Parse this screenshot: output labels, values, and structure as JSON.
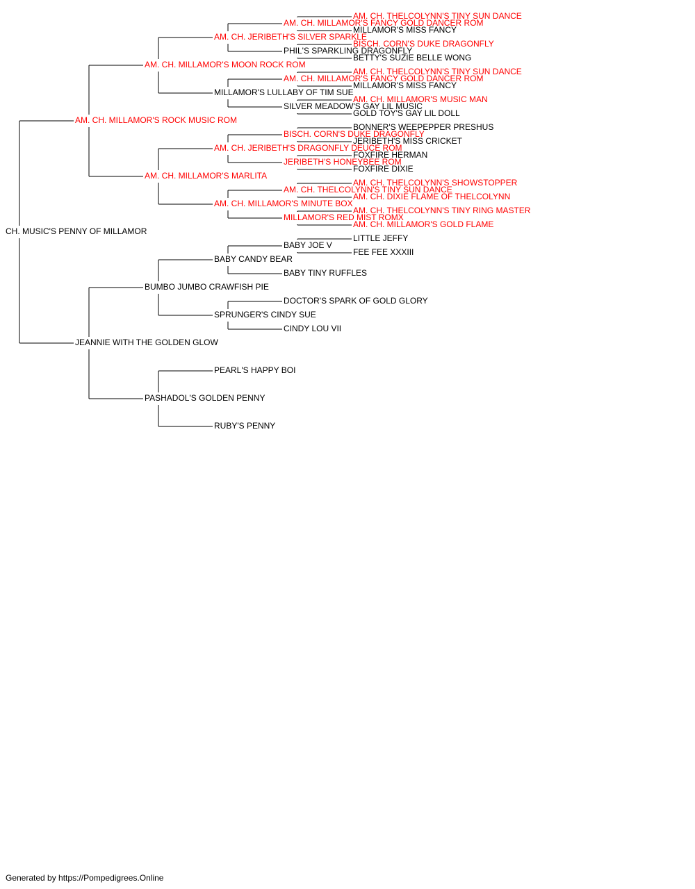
{
  "colors": {
    "champion": "#ff0000",
    "normal": "#000000",
    "line": "#000000"
  },
  "tree": {
    "name": "CH. MUSIC'S PENNY OF MILLAMOR",
    "champion": false,
    "sire": {
      "name": "AM. CH. MILLAMOR'S ROCK MUSIC ROM",
      "champion": true,
      "sire": {
        "name": "AM. CH. MILLAMOR'S MOON ROCK ROM",
        "champion": true,
        "sire": {
          "name": "AM. CH. JERIBETH'S SILVER SPARKLE",
          "champion": true,
          "sire": {
            "name": "AM. CH. MILLAMOR'S FANCY GOLD DANCER ROM",
            "champion": true,
            "sire": {
              "name": "AM. CH. THELCOLYNN'S TINY SUN DANCE",
              "champion": true
            },
            "dam": {
              "name": "MILLAMOR'S MISS FANCY",
              "champion": false
            }
          },
          "dam": {
            "name": "PHIL'S SPARKLING DRAGONFLY",
            "champion": false,
            "sire": {
              "name": "BISCH. CORN'S DUKE DRAGONFLY",
              "champion": true
            },
            "dam": {
              "name": "BETTY'S SUZIE BELLE WONG",
              "champion": false
            }
          }
        },
        "dam": {
          "name": "MILLAMOR'S LULLABY OF TIM SUE",
          "champion": false,
          "sire": {
            "name": "AM. CH. MILLAMOR'S FANCY GOLD DANCER ROM",
            "champion": true,
            "sire": {
              "name": "AM. CH. THELCOLYNN'S TINY SUN DANCE",
              "champion": true
            },
            "dam": {
              "name": "MILLAMOR'S MISS FANCY",
              "champion": false
            }
          },
          "dam": {
            "name": "SILVER MEADOW'S GAY LIL MUSIC",
            "champion": false,
            "sire": {
              "name": "AM. CH. MILLAMOR'S MUSIC MAN",
              "champion": true
            },
            "dam": {
              "name": "GOLD TOY'S GAY LIL DOLL",
              "champion": false
            }
          }
        }
      },
      "dam": {
        "name": "AM. CH. MILLAMOR'S MARLITA",
        "champion": true,
        "sire": {
          "name": "AM. CH. JERIBETH'S DRAGONFLY DEUCE ROM",
          "champion": true,
          "sire": {
            "name": "BISCH. CORN'S DUKE DRAGONFLY",
            "champion": true,
            "sire": {
              "name": "BONNER'S WEEPEPPER PRESHUS",
              "champion": false
            },
            "dam": {
              "name": "JERIBETH'S MISS CRICKET",
              "champion": false
            }
          },
          "dam": {
            "name": "JERIBETH'S HONEYBEE ROM",
            "champion": true,
            "sire": {
              "name": "FOXFIRE HERMAN",
              "champion": false
            },
            "dam": {
              "name": "FOXFIRE DIXIE",
              "champion": false
            }
          }
        },
        "dam": {
          "name": "AM. CH. MILLAMOR'S MINUTE BOX",
          "champion": true,
          "sire": {
            "name": "AM. CH. THELCOLYNN'S TINY SUN DANCE",
            "champion": true,
            "sire": {
              "name": "AM. CH. THELCOLYNN'S SHOWSTOPPER",
              "champion": true
            },
            "dam": {
              "name": "AM. CH. DIXIE FLAME OF THELCOLYNN",
              "champion": true
            }
          },
          "dam": {
            "name": "MILLAMOR'S RED MIST ROMX",
            "champion": true,
            "sire": {
              "name": "AM. CH. THELCOLYNN'S TINY RING MASTER",
              "champion": true
            },
            "dam": {
              "name": "AM. CH. MILLAMOR'S GOLD FLAME",
              "champion": true
            }
          }
        }
      }
    },
    "dam": {
      "name": "JEANNIE WITH THE GOLDEN GLOW",
      "champion": false,
      "sire": {
        "name": "BUMBO JUMBO CRAWFISH PIE",
        "champion": false,
        "sire": {
          "name": "BABY CANDY BEAR",
          "champion": false,
          "sire": {
            "name": "BABY JOE V",
            "champion": false,
            "sire": {
              "name": "LITTLE JEFFY",
              "champion": false
            },
            "dam": {
              "name": "FEE FEE XXXIII",
              "champion": false
            }
          },
          "dam": {
            "name": "BABY TINY RUFFLES",
            "champion": false
          }
        },
        "dam": {
          "name": "SPRUNGER'S CINDY SUE",
          "champion": false,
          "sire": {
            "name": "DOCTOR'S SPARK OF GOLD GLORY",
            "champion": false
          },
          "dam": {
            "name": "CINDY LOU VII",
            "champion": false
          }
        }
      },
      "dam": {
        "name": "PASHADOL'S GOLDEN PENNY",
        "champion": false,
        "sire": {
          "name": "PEARL'S HAPPY BOI",
          "champion": false
        },
        "dam": {
          "name": "RUBY'S PENNY",
          "champion": false
        }
      }
    }
  },
  "footer": {
    "text": "Generated by https://Pompedigrees.Online"
  }
}
